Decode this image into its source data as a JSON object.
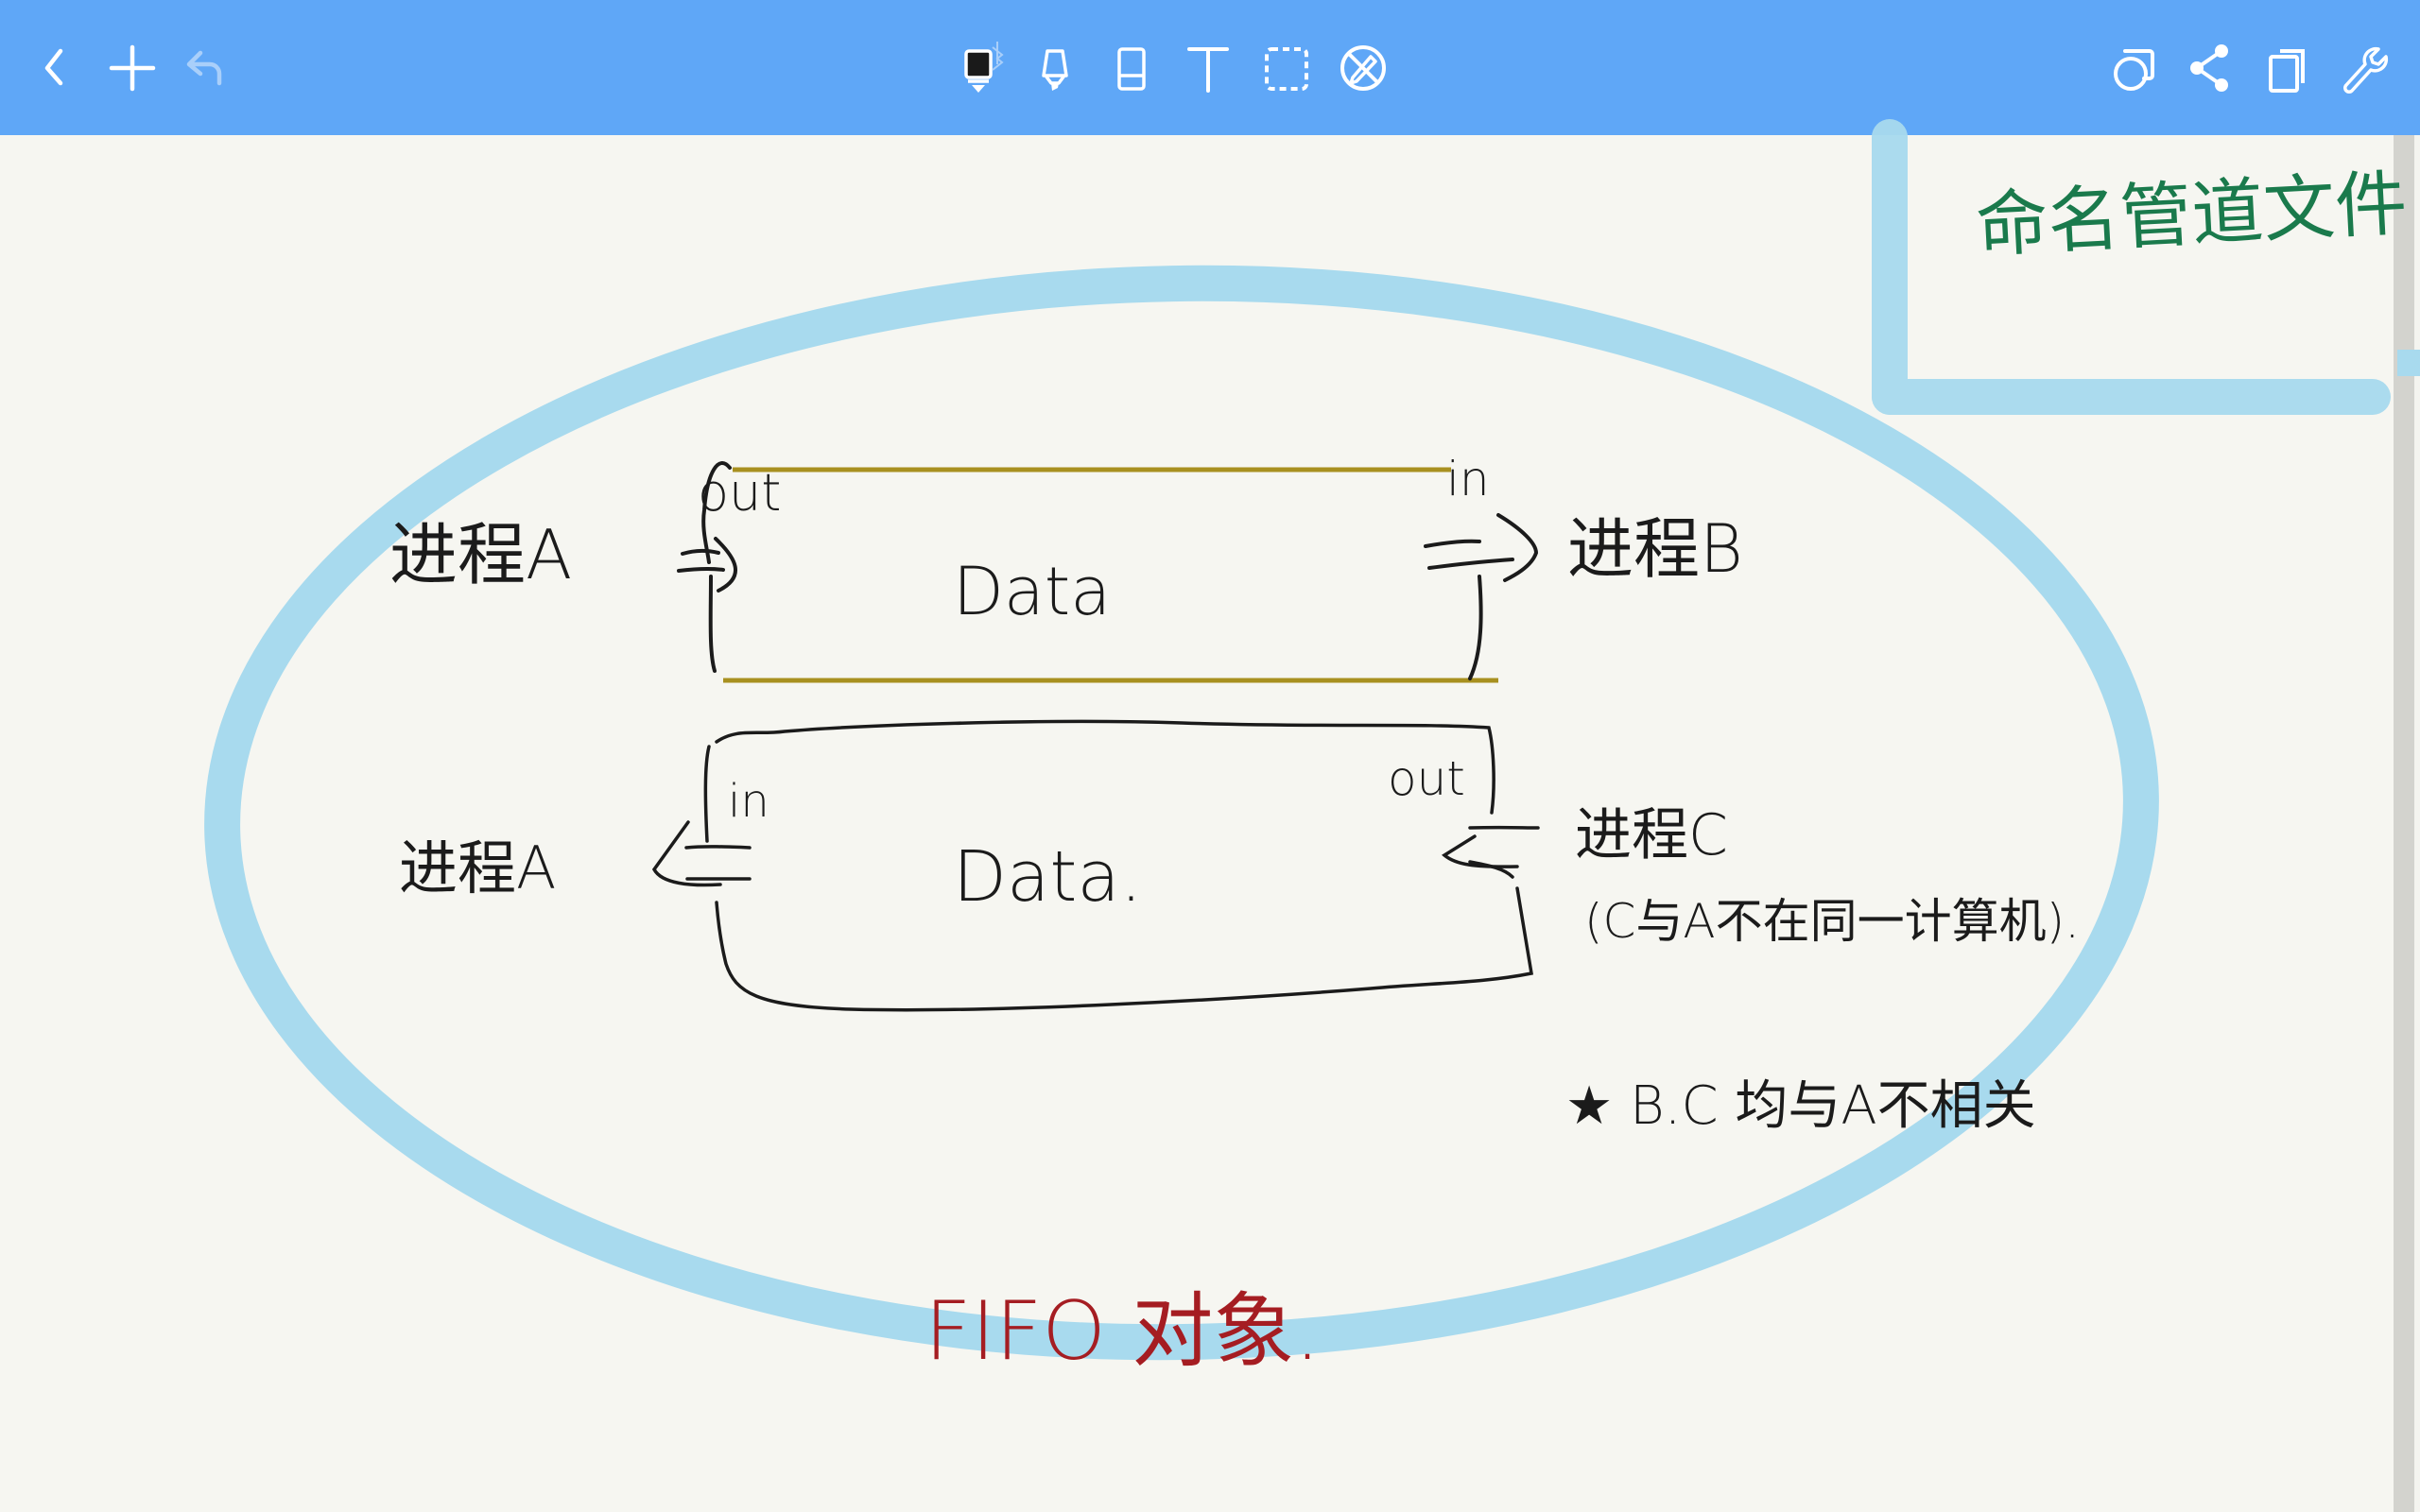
{
  "toolbar": {
    "left": [
      {
        "name": "back-button",
        "icon": "chevron-left-icon",
        "label": "Back"
      },
      {
        "name": "add-page-button",
        "icon": "plus-icon",
        "label": "Add"
      },
      {
        "name": "undo-button",
        "icon": "undo-icon",
        "label": "Undo",
        "disabled": true
      }
    ],
    "tools": [
      {
        "name": "pen-tool",
        "icon": "pen-icon",
        "label": "Pen",
        "selected": true,
        "badge": "bluetooth-icon"
      },
      {
        "name": "highlighter-tool",
        "icon": "highlighter-icon",
        "label": "Highlighter"
      },
      {
        "name": "eraser-tool",
        "icon": "eraser-icon",
        "label": "Eraser"
      },
      {
        "name": "text-tool",
        "icon": "text-icon",
        "label": "Text"
      },
      {
        "name": "lasso-tool",
        "icon": "lasso-select-icon",
        "label": "Select"
      },
      {
        "name": "touch-disable-tool",
        "icon": "finger-draw-off-icon",
        "label": "Touch draw off"
      }
    ],
    "right": [
      {
        "name": "shapes-button",
        "icon": "shapes-icon",
        "label": "Shapes"
      },
      {
        "name": "share-button",
        "icon": "share-icon",
        "label": "Share"
      },
      {
        "name": "pages-button",
        "icon": "pages-icon",
        "label": "Pages"
      },
      {
        "name": "settings-button",
        "icon": "wrench-icon",
        "label": "Settings"
      }
    ],
    "colors": {
      "bar": "#5fa7f7",
      "icon": "#ffffff",
      "icon_disabled": "#a9cffa"
    }
  },
  "note": {
    "title": "命名管道文件",
    "upper_pipe": {
      "content": "Data",
      "left_end": "out",
      "right_end": "in",
      "writer": "进程A",
      "reader": "进程B"
    },
    "lower_pipe": {
      "content": "Data.",
      "left_end": "in",
      "right_end": "out",
      "reader": "进程A",
      "writer": "进程C",
      "writer_note": "(C与A不在同一计算机)."
    },
    "remark": "★ B.C 均与A不相关",
    "caption": "FIFO 对象.",
    "colors": {
      "ink": "#1b1b1b",
      "title_ink": "#1a7a4c",
      "caption_ink": "#a51d22",
      "pipe_edge": "#a89020",
      "highlight": "#a8daee",
      "paper": "#f6f6f1"
    }
  }
}
